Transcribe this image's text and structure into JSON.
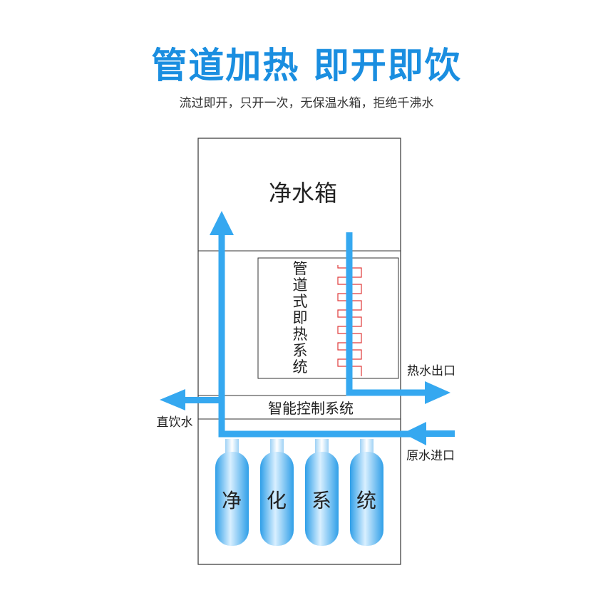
{
  "header": {
    "title": "管道加热  即开即饮",
    "subtitle": "流过即开，只开一次，无保温水箱，拒绝千沸水"
  },
  "diagram": {
    "tank_label": "净水箱",
    "heating_label": [
      "管",
      "道",
      "式",
      "即",
      "热",
      "系",
      "统"
    ],
    "control_label": "智能控制系统",
    "purify_chars": [
      "净",
      "化",
      "系",
      "统"
    ],
    "hot_outlet_label": "热水出口",
    "direct_drink_label": "直饮水",
    "raw_inlet_label": "原水进口",
    "colors": {
      "water": "#35a8f0",
      "heater": "#e03a3a",
      "title": "#1a8ee0",
      "frame": "#333333"
    }
  }
}
